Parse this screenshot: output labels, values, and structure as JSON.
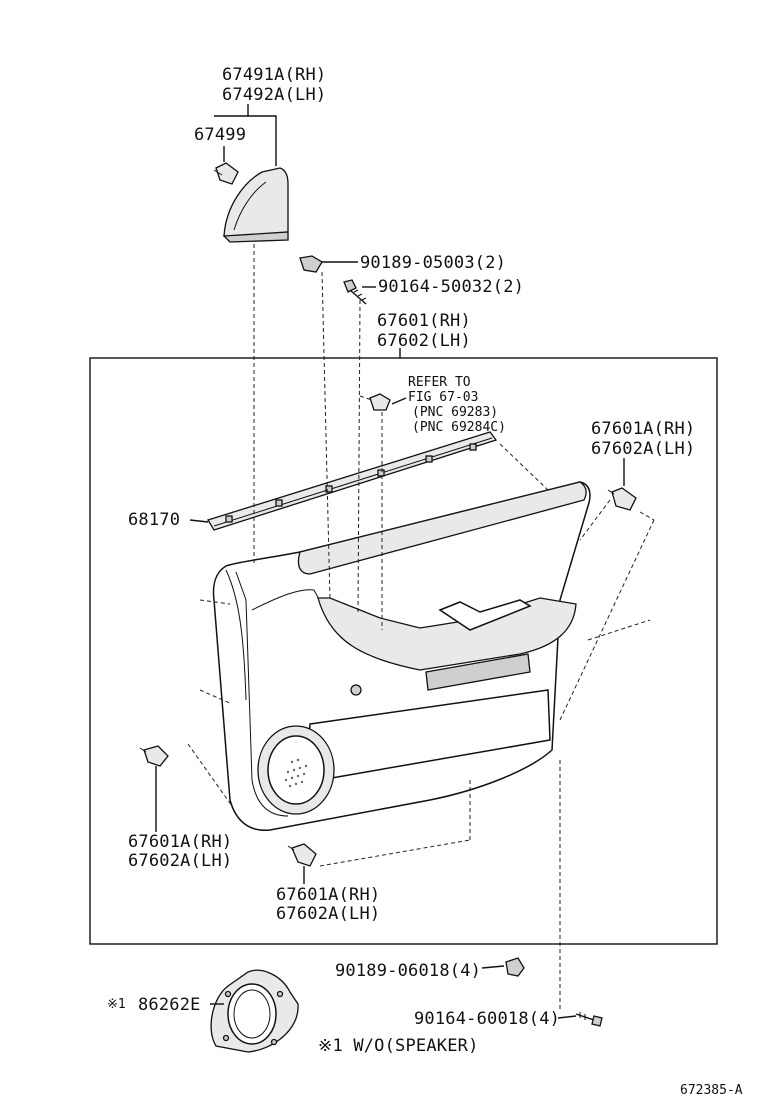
{
  "diagram": {
    "labels": {
      "trim_cover_rh": "67491A(RH)",
      "trim_cover_lh": "67492A(LH)",
      "clip_67499": "67499",
      "nut_90189_05003": "90189-05003(2)",
      "screw_90164_50032": "90164-50032(2)",
      "board_rh": "67601(RH)",
      "board_lh": "67602(LH)",
      "refer_line1": "REFER TO",
      "refer_line2": "FIG 67-03",
      "refer_pnc1": "(PNC 69283)",
      "refer_pnc2": "(PNC 69284C)",
      "clip_right_rh": "67601A(RH)",
      "clip_right_lh": "67602A(LH)",
      "weatherstrip": "68170",
      "clip_left_rh": "67601A(RH)",
      "clip_left_lh": "67602A(LH)",
      "clip_bottom_rh": "67601A(RH)",
      "clip_bottom_lh": "67602A(LH)",
      "nut_90189_06018": "90189-06018(4)",
      "bracket_mark": "※1",
      "speaker_bracket": "86262E",
      "screw_90164_60018": "90164-60018(4)",
      "footnote": "※1 W/O(SPEAKER)",
      "figure_code": "672385-A"
    },
    "icons": [
      "clip-icon",
      "nut-icon",
      "screw-icon",
      "door-trim-panel-icon",
      "weatherstrip-icon",
      "trim-cover-icon",
      "speaker-bracket-icon"
    ]
  }
}
